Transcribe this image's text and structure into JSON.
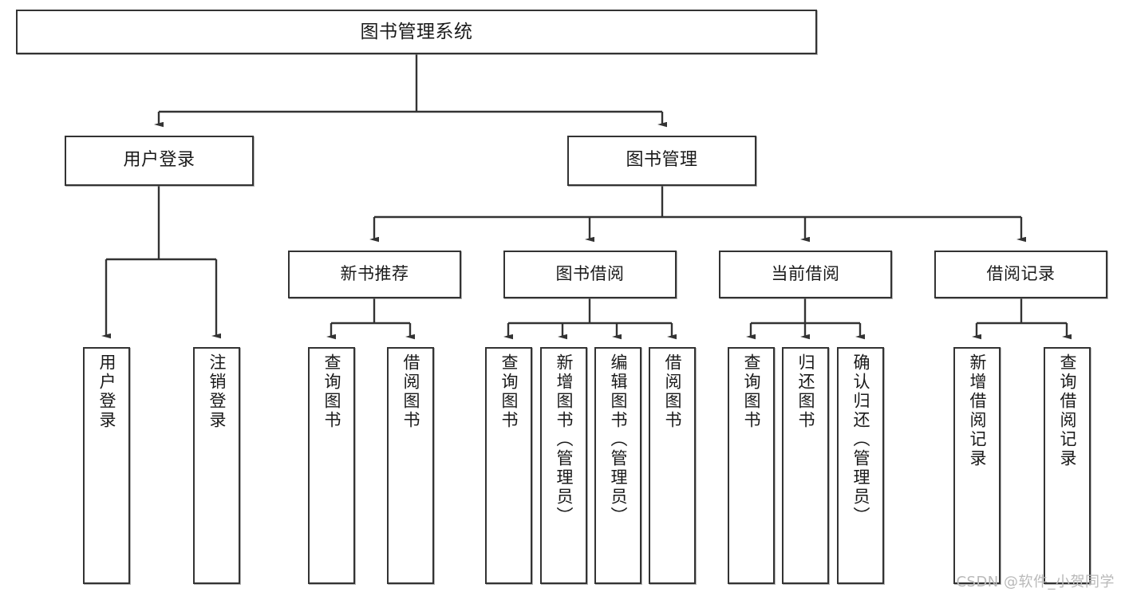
{
  "diagram": {
    "title": "图书管理系统",
    "type": "tree",
    "orientation": "top-down",
    "colors": {
      "box_border": "#333333",
      "box_fill": "#ffffff",
      "edge": "#333333",
      "text": "#1a1a1a",
      "watermark": "#b9b9b9",
      "background": "#ffffff"
    }
  },
  "root": {
    "id": "root",
    "label": "图书管理系统"
  },
  "level2": [
    {
      "id": "user-login",
      "label": "用户登录"
    },
    {
      "id": "book-management",
      "label": "图书管理"
    }
  ],
  "level3": [
    {
      "id": "new-book-recommend",
      "label": "新书推荐",
      "parent": "book-management"
    },
    {
      "id": "book-borrow",
      "label": "图书借阅",
      "parent": "book-management"
    },
    {
      "id": "current-borrow",
      "label": "当前借阅",
      "parent": "book-management"
    },
    {
      "id": "borrow-record",
      "label": "借阅记录",
      "parent": "book-management"
    }
  ],
  "leaves": {
    "user_login": [
      {
        "id": "leaf-user-login",
        "label": "用户登录"
      },
      {
        "id": "leaf-user-logout",
        "label": "注销登录"
      }
    ],
    "new_book_recommend": [
      {
        "id": "leaf-query-book-1",
        "label": "查询图书"
      },
      {
        "id": "leaf-borrow-book-1",
        "label": "借阅图书"
      }
    ],
    "book_borrow": [
      {
        "id": "leaf-query-book-2",
        "label": "查询图书"
      },
      {
        "id": "leaf-add-book",
        "label": "新增图书（管理员）"
      },
      {
        "id": "leaf-edit-book",
        "label": "编辑图书（管理员）"
      },
      {
        "id": "leaf-borrow-book-2",
        "label": "借阅图书"
      }
    ],
    "current_borrow": [
      {
        "id": "leaf-query-book-3",
        "label": "查询图书"
      },
      {
        "id": "leaf-return-book",
        "label": "归还图书"
      },
      {
        "id": "leaf-confirm-return",
        "label": "确认归还（管理员）"
      }
    ],
    "borrow_record": [
      {
        "id": "leaf-add-borrow-record",
        "label": "新增借阅记录"
      },
      {
        "id": "leaf-query-borrow-record",
        "label": "查询借阅记录"
      }
    ]
  },
  "watermark": {
    "text": "CSDN @软件_小贺同学"
  }
}
